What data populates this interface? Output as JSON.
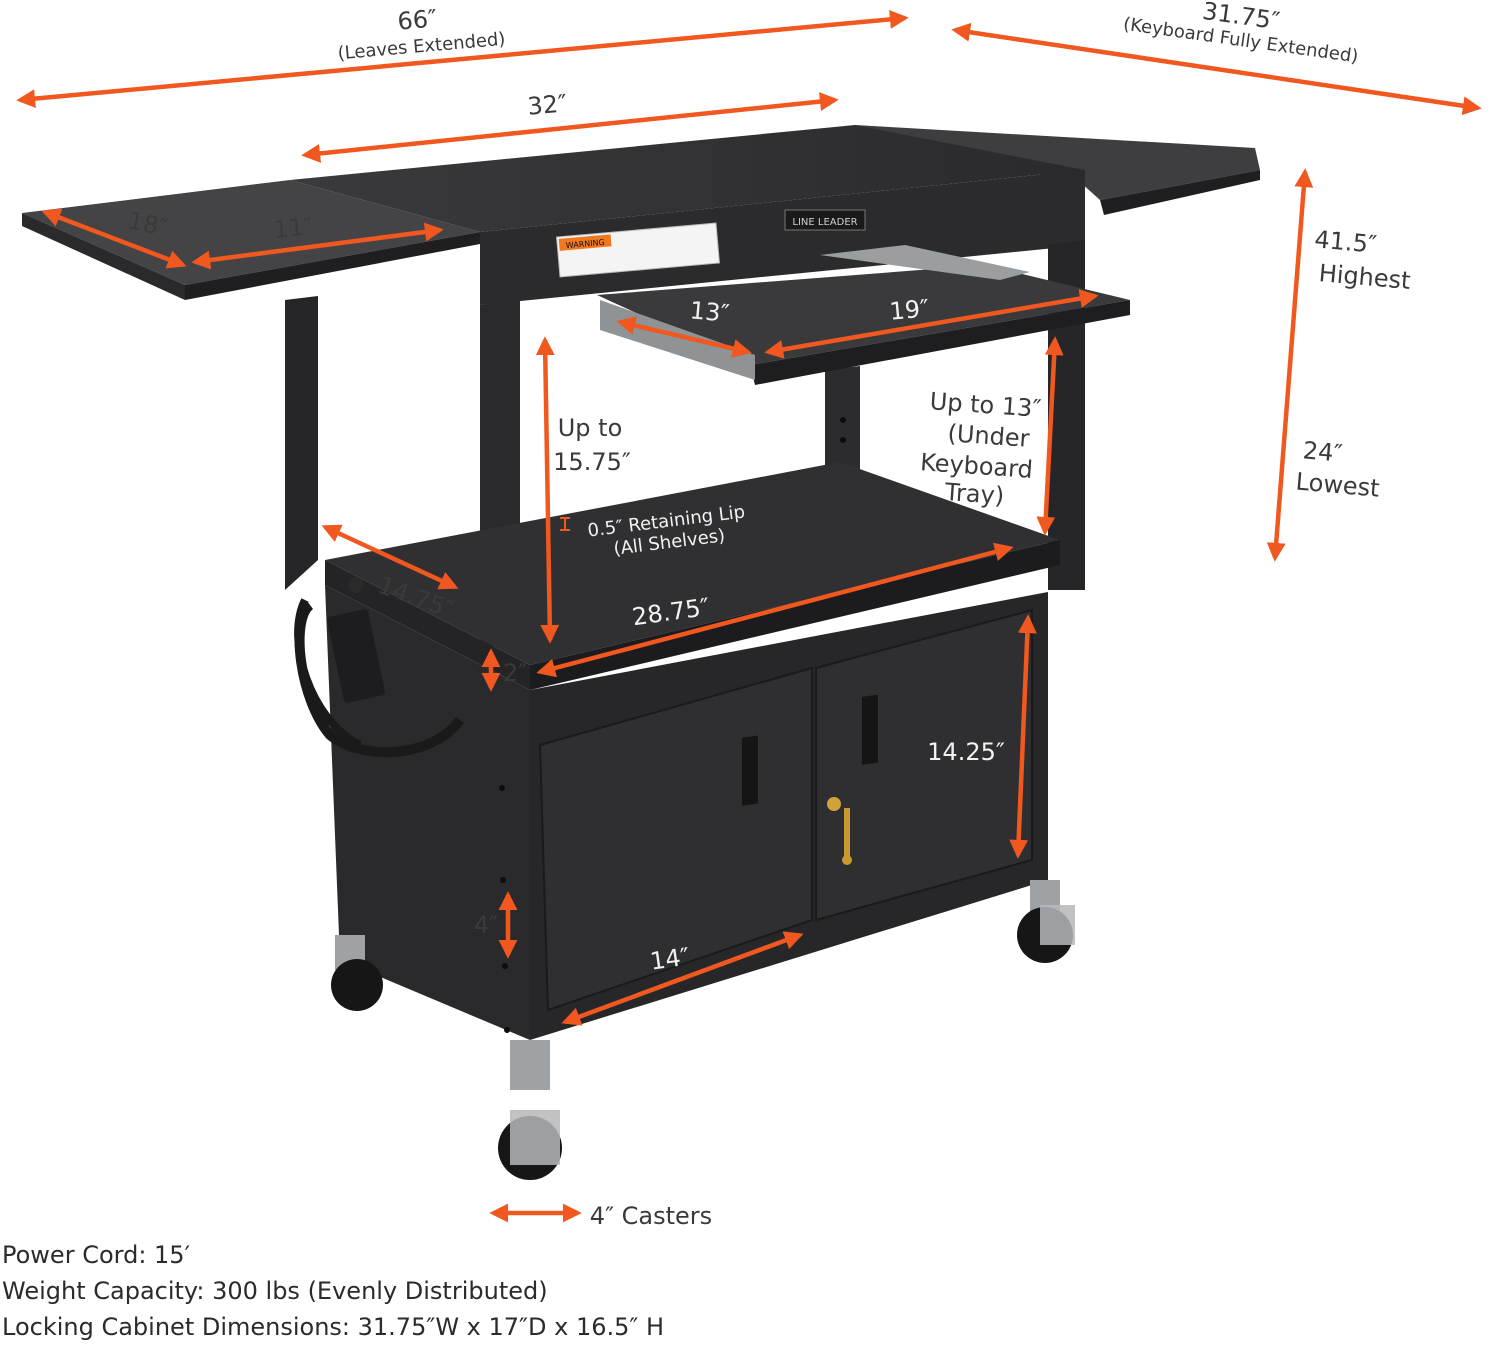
{
  "accent_color": "#f0581f",
  "cart_color": "#2f2f31",
  "brand_plate": "LINE LEADER",
  "warning_label": "WARNING",
  "dimensions": {
    "leaves_extended": "66″",
    "leaves_extended_note": "(Leaves Extended)",
    "keyboard_extended": "31.75″",
    "keyboard_extended_note": "(Keyboard Fully Extended)",
    "top_width": "32″",
    "leaf_depth": "18″",
    "leaf_width": "11″",
    "tray_depth": "13″",
    "tray_width": "19″",
    "height_high_value": "41.5″",
    "height_high_label": "Highest",
    "height_low_value": "24″",
    "height_low_label": "Lowest",
    "clearance_line1": "Up to",
    "clearance_line2": "15.75″",
    "under_tray_line1": "Up to 13″",
    "under_tray_line2": "(Under",
    "under_tray_line3": "Keyboard",
    "under_tray_line4": "Tray)",
    "lip_line1": "0.5″ Retaining Lip",
    "lip_line2": "(All Shelves)",
    "shelf_depth": "14.75″",
    "shelf_width": "28.75″",
    "shelf_spacing": "2″",
    "cabinet_height": "14.25″",
    "adjust_step": "4″",
    "cabinet_depth": "14″",
    "casters": "4″ Casters"
  },
  "specs": {
    "power_cord": "Power Cord: 15′",
    "weight": "Weight Capacity: 300 lbs (Evenly Distributed)",
    "cabinet": "Locking Cabinet Dimensions: 31.75″W x 17″D x 16.5″ H"
  }
}
